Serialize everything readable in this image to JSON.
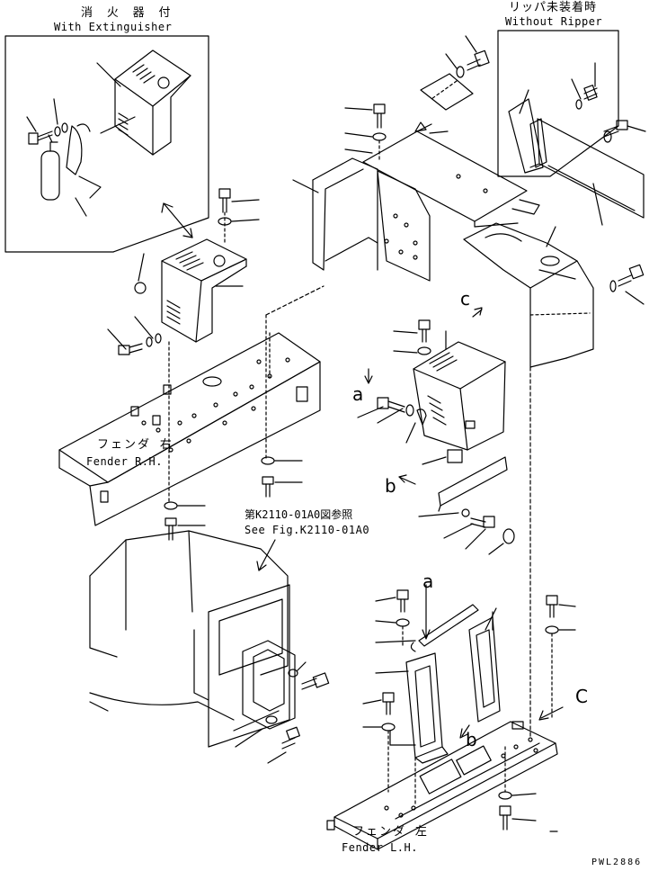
{
  "inset_extinguisher": {
    "label_jp": "消 火 器 付",
    "label_en": "With Extinguisher"
  },
  "inset_ripper": {
    "label_jp": "リッパ未装着時",
    "label_en": "Without Ripper"
  },
  "fender_rh": {
    "label_jp": "フェンダ 右",
    "label_en": "Fender R.H."
  },
  "fender_lh": {
    "label_jp": "フェンダ 左",
    "label_en": "Fender L.H."
  },
  "reference": {
    "label_jp": "第K2110-01A0図参照",
    "label_en": "See Fig.K2110-01A0"
  },
  "markers": {
    "a": "a",
    "b": "b",
    "c": "c",
    "a_lower": "a",
    "b_lower": "b",
    "c_lower": "C"
  },
  "drawing_code": "PWL2886"
}
